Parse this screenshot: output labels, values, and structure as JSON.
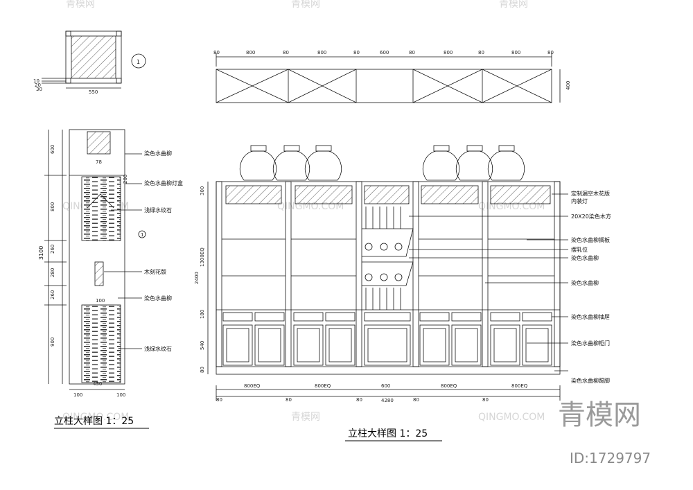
{
  "left": {
    "section_marker": "1",
    "top_dims": {
      "d10": "10",
      "d20": "20",
      "d30": "30",
      "w": "550"
    },
    "heights": [
      "600",
      "800",
      "260",
      "280",
      "260",
      "900"
    ],
    "total": "3100",
    "w78": "78",
    "d200": "200",
    "d100": "100",
    "bottom_w": "450",
    "bottom_l": "100",
    "bottom_r": "100",
    "callout": "1",
    "notes": [
      "染色水曲柳",
      "染色水曲柳灯盒",
      "浅绿水纹石",
      "木刻花版",
      "染色水曲柳",
      "浅绿水纹石"
    ],
    "title": "立柱大样图  1：25"
  },
  "plan": {
    "dims": [
      "80",
      "800",
      "80",
      "800",
      "80",
      "600",
      "80",
      "800",
      "80",
      "800",
      "80"
    ],
    "depth": "400"
  },
  "elev": {
    "left_dims": [
      "300",
      "1300EQ",
      "180",
      "540",
      "80"
    ],
    "left_total": "2400",
    "bottom_dims": [
      "800EQ",
      "800EQ",
      "600",
      "800EQ",
      "800EQ"
    ],
    "bottom_gaps": [
      "80",
      "80",
      "80",
      "80",
      "80"
    ],
    "total": "4280",
    "notes": [
      "定制漏空木花版",
      "内装灯",
      "20X20染色木方",
      "染色水曲柳搁板",
      "摆乳位",
      "染色水曲柳",
      "染色水曲柳",
      "染色水曲柳抽屉",
      "染色水曲柳柜门",
      "染色水曲柳踢脚"
    ],
    "title": "立柱大样图  1：25"
  },
  "watermark": {
    "logo": "青模网",
    "id": "ID:1729797",
    "small": "青模网",
    "small_en": "QINGMO.COM"
  }
}
